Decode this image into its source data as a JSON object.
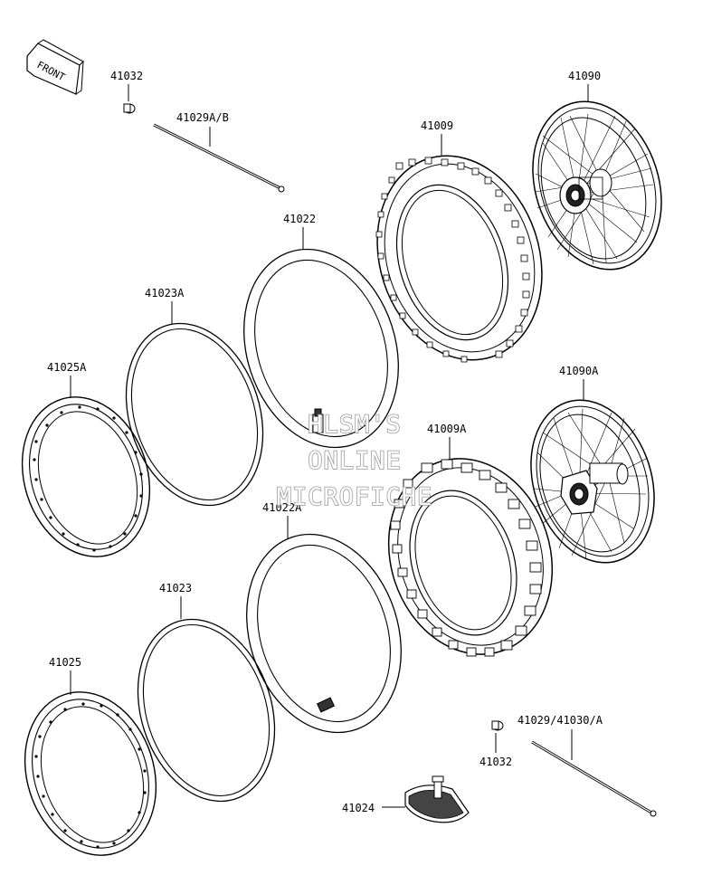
{
  "front_label": "FRONT",
  "parts": [
    {
      "id": "41032",
      "label": "41032"
    },
    {
      "id": "41029ab",
      "label": "41029A/B"
    },
    {
      "id": "41009",
      "label": "41009"
    },
    {
      "id": "41090",
      "label": "41090"
    },
    {
      "id": "41022",
      "label": "41022"
    },
    {
      "id": "41023a",
      "label": "41023A"
    },
    {
      "id": "41025a",
      "label": "41025A"
    },
    {
      "id": "41090a",
      "label": "41090A"
    },
    {
      "id": "41009a",
      "label": "41009A"
    },
    {
      "id": "41022a",
      "label": "41022A"
    },
    {
      "id": "41023",
      "label": "41023"
    },
    {
      "id": "41025",
      "label": "41025"
    },
    {
      "id": "41029_41030a",
      "label": "41029/41030/A"
    },
    {
      "id": "41032b",
      "label": "41032"
    },
    {
      "id": "41024",
      "label": "41024"
    }
  ],
  "watermark": {
    "line1": "HLSM'S",
    "line2": "ONLINE",
    "line3": "MICROFICHE"
  }
}
